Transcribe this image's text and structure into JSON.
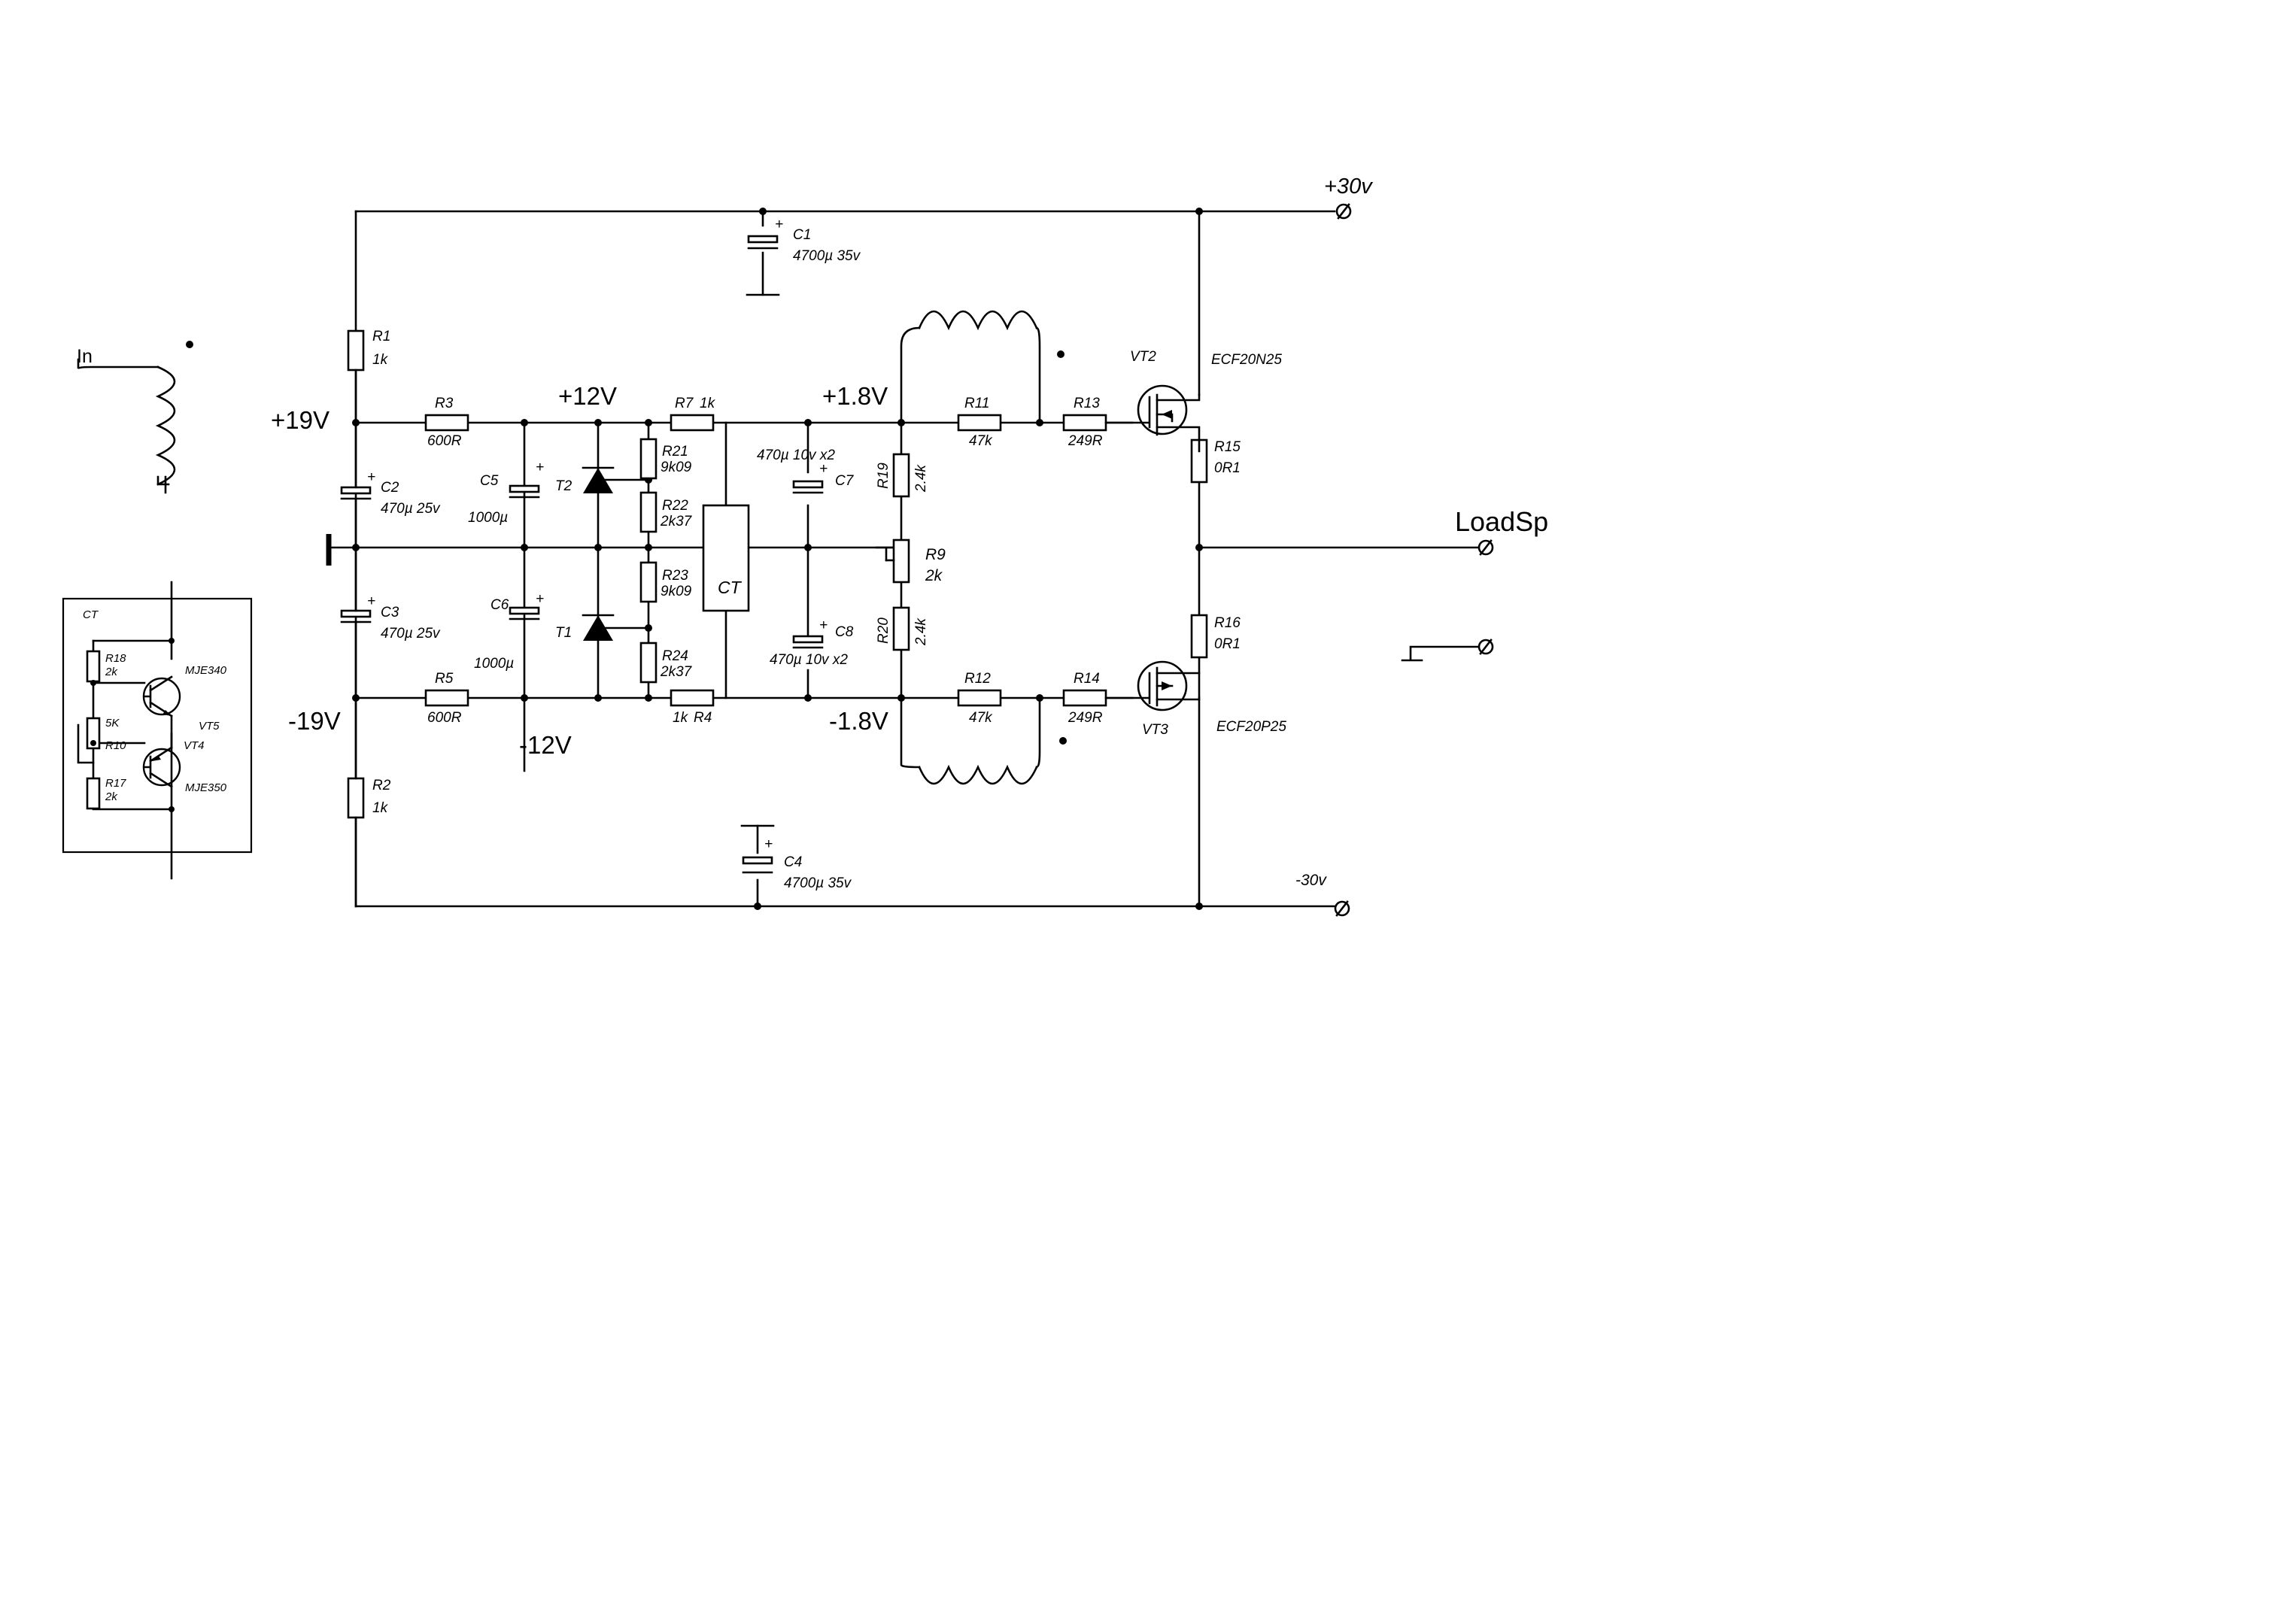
{
  "rails": {
    "pos30": "+30v",
    "neg30": "-30v",
    "pos19": "+19V",
    "neg19": "-19V",
    "pos12": "+12V",
    "neg12": "-12V",
    "pos1_8": "+1.8V",
    "neg1_8": "-1.8V"
  },
  "ports": {
    "input": "In",
    "output": "LoadSp"
  },
  "components": {
    "r1": {
      "ref": "R1",
      "value": "1k"
    },
    "r2": {
      "ref": "R2",
      "value": "1k"
    },
    "r3": {
      "ref": "R3",
      "value": "600R"
    },
    "r5": {
      "ref": "R5",
      "value": "600R"
    },
    "r7": {
      "ref": "R7",
      "value": "1k"
    },
    "r4": {
      "ref": "R4",
      "value": "1k"
    },
    "r21": {
      "ref": "R21",
      "value": "9k09"
    },
    "r22": {
      "ref": "R22",
      "value": "2k37"
    },
    "r23": {
      "ref": "R23",
      "value": "9k09"
    },
    "r24": {
      "ref": "R24",
      "value": "2k37"
    },
    "r19": {
      "ref": "R19",
      "value": "2.4k"
    },
    "r20": {
      "ref": "R20",
      "value": "2.4k"
    },
    "r9": {
      "ref": "R9",
      "value": "2k"
    },
    "r11": {
      "ref": "R11",
      "value": "47k"
    },
    "r12": {
      "ref": "R12",
      "value": "47k"
    },
    "r13": {
      "ref": "R13",
      "value": "249R"
    },
    "r14": {
      "ref": "R14",
      "value": "249R"
    },
    "r15": {
      "ref": "R15",
      "value": "0R1"
    },
    "r16": {
      "ref": "R16",
      "value": "0R1"
    },
    "c1": {
      "ref": "C1",
      "value": "4700µ 35v"
    },
    "c4": {
      "ref": "C4",
      "value": "4700µ 35v"
    },
    "c2": {
      "ref": "C2",
      "value": "470µ 25v"
    },
    "c3": {
      "ref": "C3",
      "value": "470µ 25v"
    },
    "c5": {
      "ref": "C5",
      "value": "1000µ"
    },
    "c6": {
      "ref": "C6",
      "value": "1000µ"
    },
    "c7": {
      "ref": "C7",
      "value": "470µ 10v x2"
    },
    "c8": {
      "ref": "C8",
      "value": "470µ 10v x2"
    },
    "t1": {
      "ref": "T1"
    },
    "t2": {
      "ref": "T2"
    },
    "ct_block": {
      "ref": "CT"
    },
    "vt2": {
      "ref": "VT2",
      "part": "ECF20N25"
    },
    "vt3": {
      "ref": "VT3",
      "part": "ECF20P25"
    }
  },
  "inset": {
    "title": "CT",
    "r18": {
      "ref": "R18",
      "value": "2k"
    },
    "r10": {
      "ref": "R10",
      "value": "5K"
    },
    "r17": {
      "ref": "R17",
      "value": "2k"
    },
    "vt5": {
      "ref": "VT5",
      "part": "MJE340"
    },
    "vt4": {
      "ref": "VT4",
      "part": "MJE350"
    }
  },
  "plus_sign": "+"
}
